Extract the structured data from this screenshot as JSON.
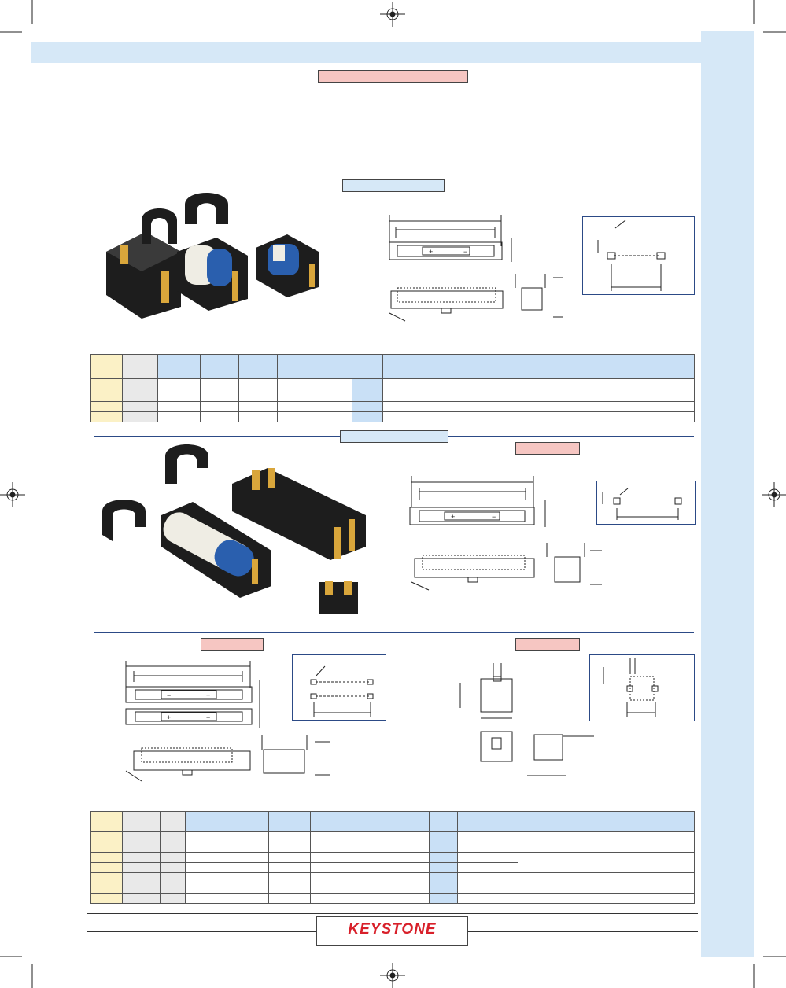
{
  "brand": {
    "logo_text": "KEYSTONE",
    "accent": "#d8202a"
  },
  "colors": {
    "band": "#d6e8f7",
    "pink_label": "#f6c6c2",
    "blue_label": "#d6e8f7",
    "yellow_cell": "#fbf1c6",
    "gray_cell": "#e9e9e9",
    "blue_cell": "#c9e0f6",
    "rule": "#2c4a86"
  },
  "sections": {
    "top_section_label": "",
    "section1_label": "",
    "section2_label": "",
    "section2_sub_label": "",
    "section3_left_label": "",
    "section3_right_label": ""
  },
  "table1": {
    "rows": 4,
    "cols": 10
  },
  "table2": {
    "rows": 8,
    "cols": 12
  }
}
